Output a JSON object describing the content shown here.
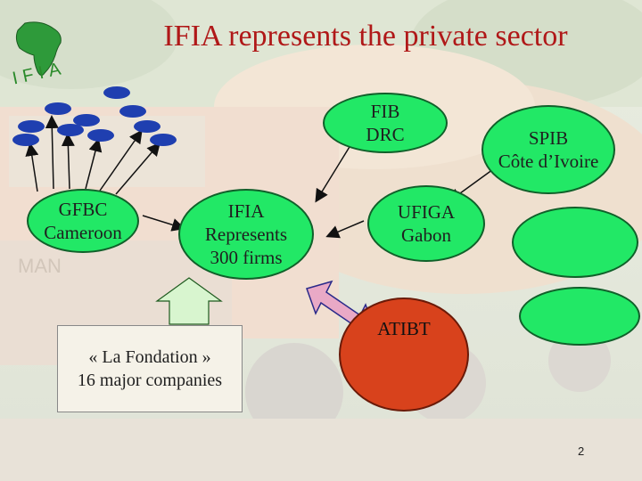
{
  "title": "IFIA represents the private sector",
  "logo": {
    "text": "IFIA"
  },
  "nodes": {
    "fib": "FIB\nDRC",
    "spib": "SPIB\nCôte d’Ivoire",
    "gfbc": "GFBC\nCameroon",
    "ifia": "IFIA\nRepresents\n300 firms",
    "ufiga": "UFIGA\nGabon",
    "fondation": "« La Fondation »\n16 major companies",
    "atibt": "ATIBT"
  },
  "page_number": "2",
  "colors": {
    "title": "#b01818",
    "member_oval": "#22e866",
    "atibt": "#d8421c",
    "small_oval": "#1f3fb0"
  }
}
